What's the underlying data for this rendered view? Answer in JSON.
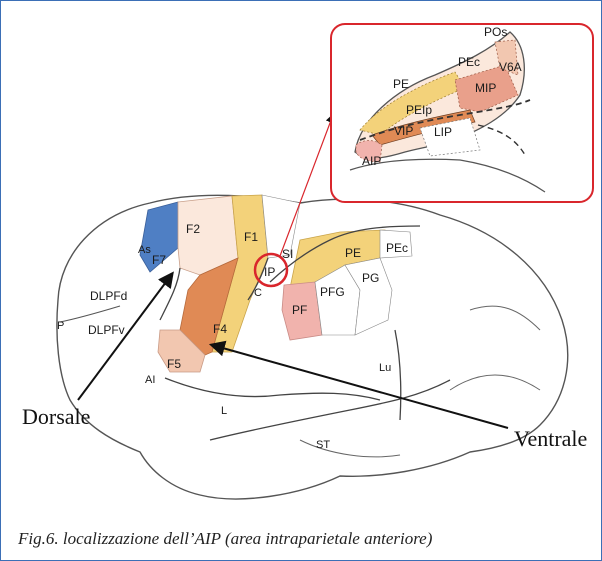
{
  "colors": {
    "frame_border": "#3b6fb6",
    "inset_border": "#d9262c",
    "highlight_circle": "#d9262c",
    "area_blue": "#4f7fc4",
    "area_yellow": "#f3d27a",
    "area_orange": "#e08a55",
    "area_peach": "#f2c7b0",
    "area_pink": "#f1b3ad",
    "area_light": "#fbe8dc",
    "area_salmon": "#e9a08b"
  },
  "brain_labels": {
    "f7": "F7",
    "f2": "F2",
    "f1": "F1",
    "si": "SI",
    "pe": "PE",
    "pec": "PEc",
    "as": "As",
    "ip": "IP",
    "c": "C",
    "pg": "PG",
    "pfg": "PFG",
    "pf": "PF",
    "dlpfd": "DLPFd",
    "dlpfv": "DLPFv",
    "p": "P",
    "f4": "F4",
    "f5": "F5",
    "ai": "AI",
    "lu": "Lu",
    "l": "L",
    "st": "ST"
  },
  "inset_labels": {
    "pos": "POs",
    "pe": "PE",
    "pec": "PEc",
    "v6a": "V6A",
    "mip": "MIP",
    "peip": "PEIp",
    "vip": "VIP",
    "lip": "LIP",
    "aip": "AIP"
  },
  "pointer_labels": {
    "dorsale": "Dorsale",
    "ventrale": "Ventrale"
  },
  "caption": "Fig.6. localizzazione dell’AIP (area intraparietale anteriore)"
}
